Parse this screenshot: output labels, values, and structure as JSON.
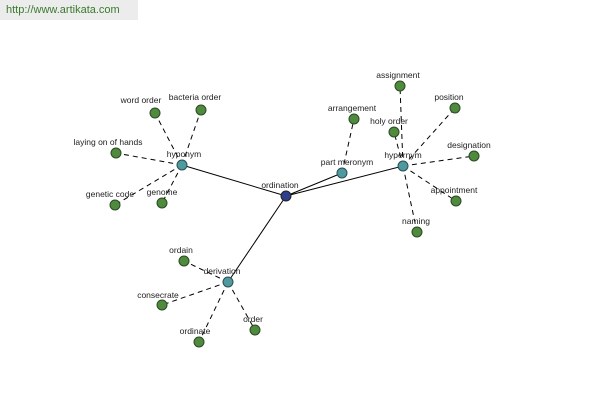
{
  "banner": {
    "url": "http://www.artikata.com"
  },
  "graph": {
    "center": {
      "id": "ordination",
      "label": "ordination"
    },
    "hubs": [
      {
        "id": "hyponym",
        "label": "hyponym"
      },
      {
        "id": "derivation",
        "label": "derivation"
      },
      {
        "id": "part-meronym",
        "label": "part meronym"
      },
      {
        "id": "hypernym",
        "label": "hypernym"
      }
    ],
    "leaves": [
      {
        "id": "word-order",
        "label": "word order",
        "hub": "hyponym"
      },
      {
        "id": "bacteria-order",
        "label": "bacteria order",
        "hub": "hyponym"
      },
      {
        "id": "laying-on-of-hands",
        "label": "laying on of hands",
        "hub": "hyponym"
      },
      {
        "id": "genetic-code",
        "label": "genetic code",
        "hub": "hyponym"
      },
      {
        "id": "genome",
        "label": "genome",
        "hub": "hyponym"
      },
      {
        "id": "ordain",
        "label": "ordain",
        "hub": "derivation"
      },
      {
        "id": "consecrate",
        "label": "consecrate",
        "hub": "derivation"
      },
      {
        "id": "ordinate",
        "label": "ordinate",
        "hub": "derivation"
      },
      {
        "id": "order",
        "label": "order",
        "hub": "derivation"
      },
      {
        "id": "arrangement",
        "label": "arrangement",
        "hub": "part-meronym"
      },
      {
        "id": "assignment",
        "label": "assignment",
        "hub": "hypernym"
      },
      {
        "id": "position",
        "label": "position",
        "hub": "hypernym"
      },
      {
        "id": "holy-order",
        "label": "holy order",
        "hub": "hypernym"
      },
      {
        "id": "designation",
        "label": "designation",
        "hub": "hypernym"
      },
      {
        "id": "appointment",
        "label": "appointment",
        "hub": "hypernym"
      },
      {
        "id": "naming",
        "label": "naming",
        "hub": "hypernym"
      }
    ]
  }
}
